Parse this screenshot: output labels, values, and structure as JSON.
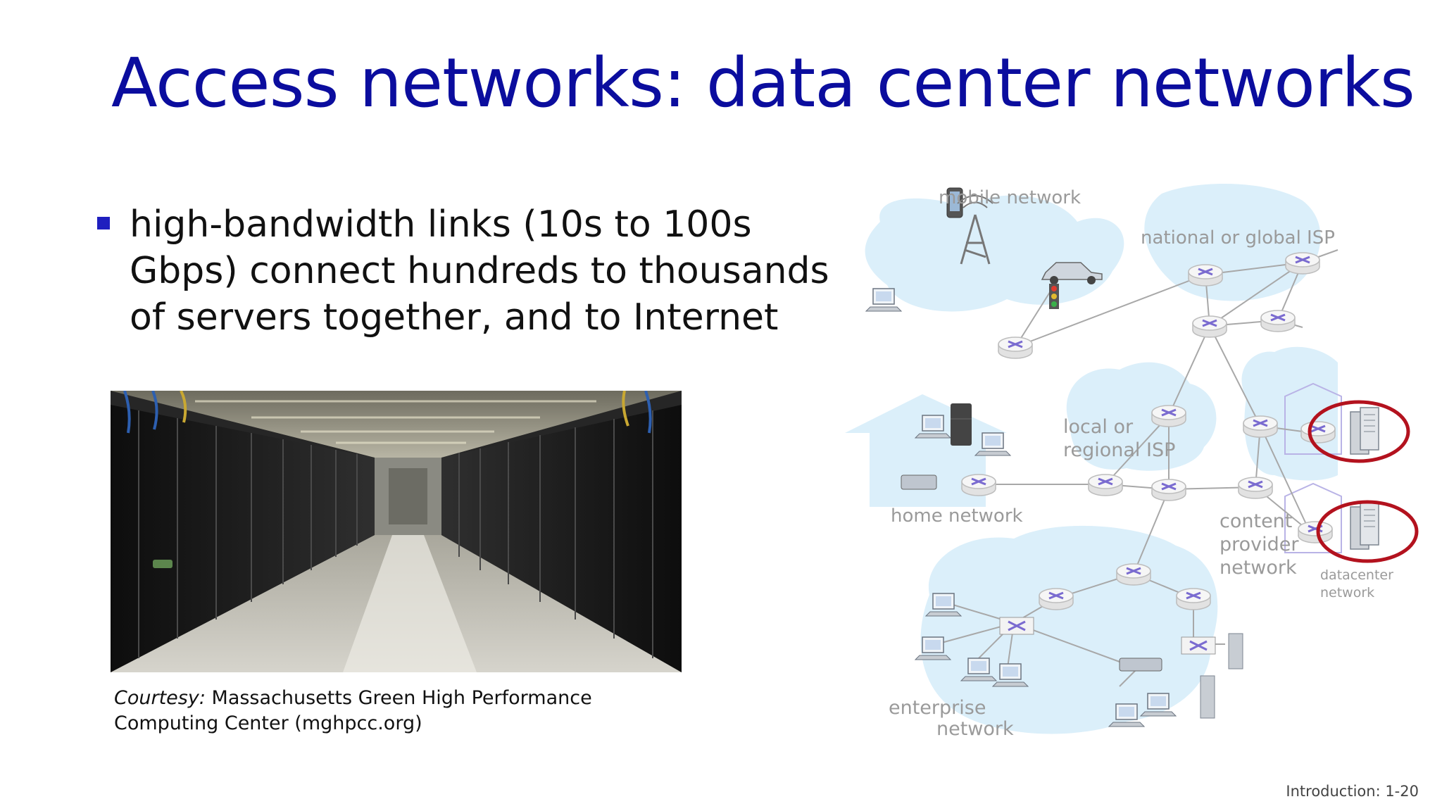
{
  "slide": {
    "title": "Access networks: data center networks",
    "bullet": "high-bandwidth links (10s to 100s Gbps) connect hundreds to thousands of servers together, and to Internet",
    "caption_italic": "Courtesy:",
    "caption_text": " Massachusetts Green High Performance Computing Center (mghpcc.org)",
    "footer": "Introduction: 1-20"
  },
  "diagram": {
    "labels": {
      "mobile": "mobile network",
      "national_isp": "national or global ISP",
      "local_isp_1": "local or",
      "local_isp_2": "regional ISP",
      "home": "home network",
      "content_1": "content",
      "content_2": "provider",
      "content_3": "network",
      "datacenter_1": "datacenter",
      "datacenter_2": "network",
      "enterprise_1": "enterprise",
      "enterprise_2": "network"
    },
    "colors": {
      "cloud": "#dbeffa",
      "router": "#f4f4f4",
      "router_x": "#6f5fc8",
      "highlight": "#b3121e",
      "title": "#0b0d9e"
    }
  }
}
